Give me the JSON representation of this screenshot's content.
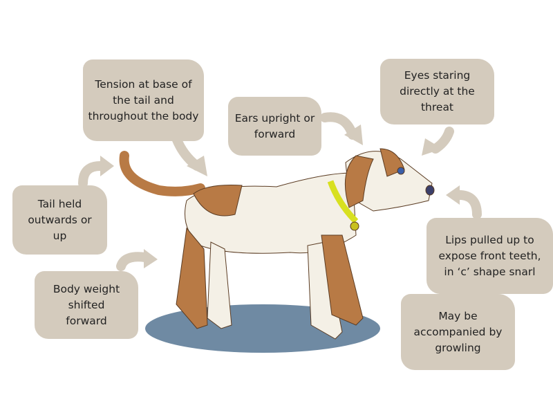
{
  "labels": {
    "tension": "Tension at base of the tail and throughout the body",
    "ears": "Ears upright or forward",
    "eyes": "Eyes staring directly at the threat",
    "tail": "Tail held outwards or up",
    "body_weight": "Body weight shifted forward",
    "lips": "Lips pulled up to expose front teeth, in ‘c’ shape snarl",
    "growling": "May be accompanied by growling"
  },
  "colors": {
    "box": "#d4cbbd",
    "arrow": "#d4cbbd",
    "collar": "#d8e020",
    "ground": "#6f8aa3",
    "fur_brown": "#b87a45",
    "fur_white": "#f4f0e6"
  }
}
